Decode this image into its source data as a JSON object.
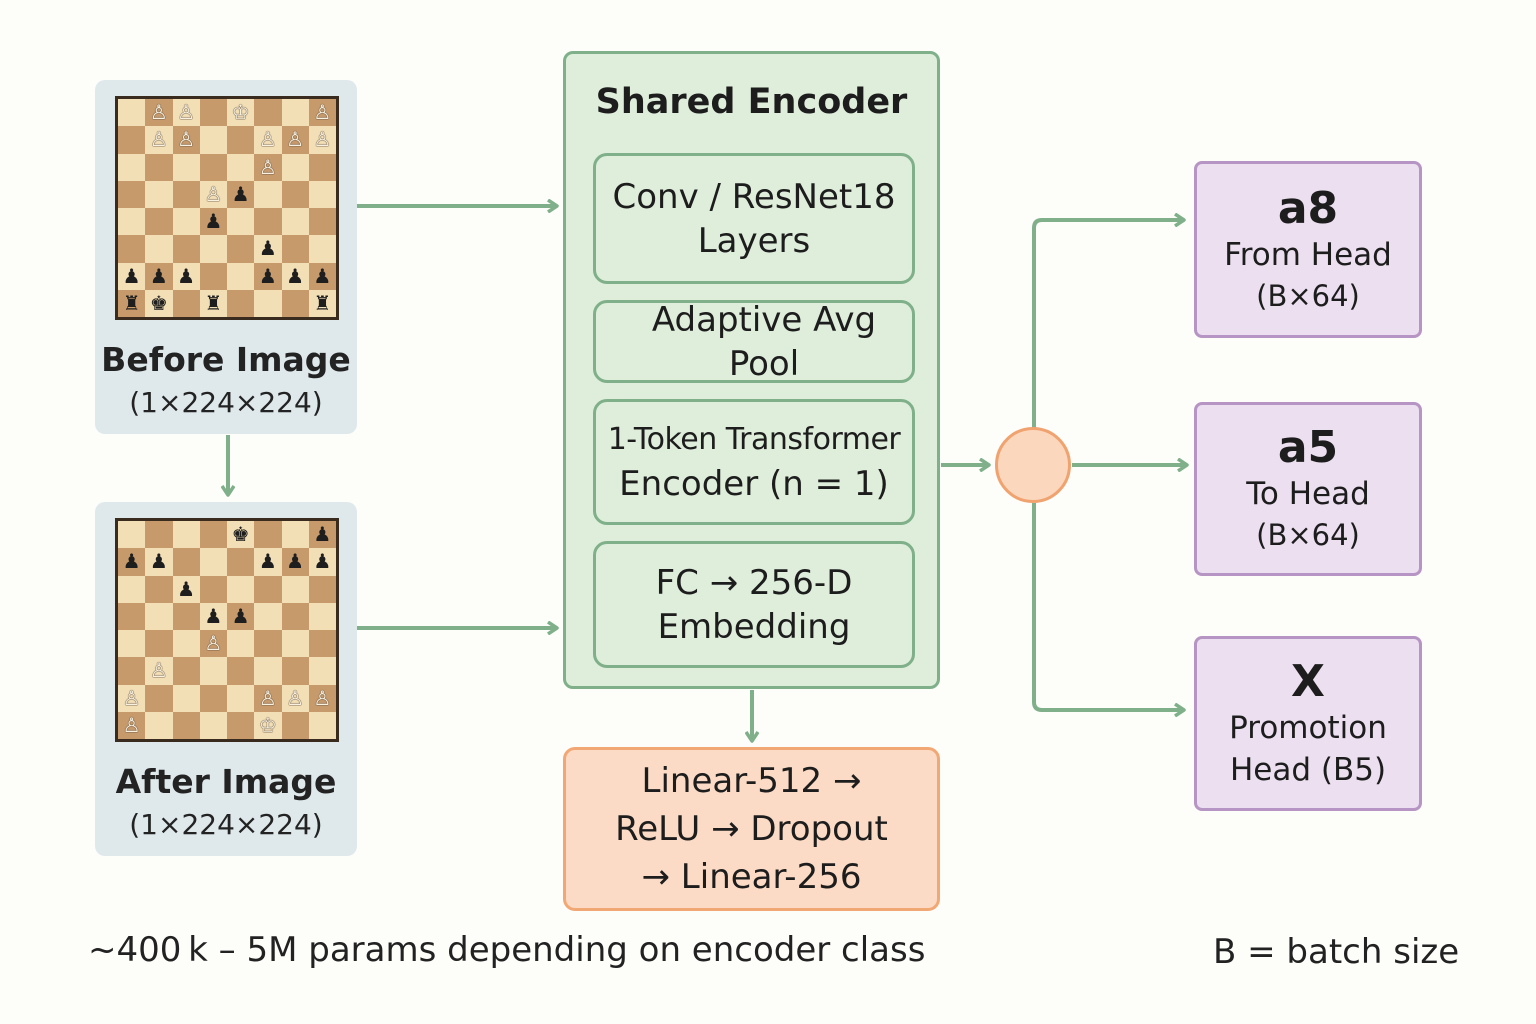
{
  "inputs": {
    "before": {
      "title": "Before Image",
      "shape": "(1×224×224)",
      "pieces": [
        [
          "wp",
          1,
          0
        ],
        [
          "wp",
          2,
          0
        ],
        [
          "wk",
          4,
          0
        ],
        [
          "wp",
          7,
          0
        ],
        [
          "wp",
          1,
          1
        ],
        [
          "wp",
          2,
          1
        ],
        [
          "wp",
          5,
          1
        ],
        [
          "wp",
          6,
          1
        ],
        [
          "wp",
          7,
          1
        ],
        [
          "wp",
          5,
          2
        ],
        [
          "wp",
          3,
          3
        ],
        [
          "bp",
          4,
          3
        ],
        [
          "bp",
          3,
          4
        ],
        [
          "bp",
          5,
          5
        ],
        [
          "bp",
          0,
          6
        ],
        [
          "bp",
          1,
          6
        ],
        [
          "bp",
          2,
          6
        ],
        [
          "bp",
          5,
          6
        ],
        [
          "bp",
          6,
          6
        ],
        [
          "bp",
          7,
          6
        ],
        [
          "br",
          0,
          7
        ],
        [
          "bk",
          1,
          7
        ],
        [
          "br",
          3,
          7
        ],
        [
          "br",
          7,
          7
        ]
      ]
    },
    "after": {
      "title": "After Image",
      "shape": "(1×224×224)",
      "pieces": [
        [
          "bk",
          4,
          0
        ],
        [
          "bp",
          7,
          0
        ],
        [
          "bp",
          0,
          1
        ],
        [
          "bp",
          1,
          1
        ],
        [
          "bp",
          5,
          1
        ],
        [
          "bp",
          6,
          1
        ],
        [
          "bp",
          7,
          1
        ],
        [
          "bp",
          2,
          2
        ],
        [
          "bp",
          3,
          3
        ],
        [
          "bp",
          4,
          3
        ],
        [
          "wp",
          3,
          4
        ],
        [
          "wp",
          1,
          5
        ],
        [
          "wp",
          0,
          6
        ],
        [
          "wp",
          5,
          6
        ],
        [
          "wp",
          6,
          6
        ],
        [
          "wp",
          7,
          6
        ],
        [
          "wp",
          0,
          7
        ],
        [
          "wk",
          5,
          7
        ]
      ]
    }
  },
  "encoder": {
    "title": "Shared Encoder",
    "layers": [
      [
        "Conv / ResNet18",
        "Layers"
      ],
      [
        "Adaptive Avg Pool"
      ],
      [
        "1-Token Transformer",
        "Encoder (n = 1)"
      ],
      [
        "FC → 256-D",
        "Embedding"
      ]
    ]
  },
  "mlp": {
    "lines": [
      "Linear-512 →",
      "ReLU → Dropout",
      "→ Linear-256"
    ]
  },
  "heads": [
    {
      "symbol": "a8",
      "name": "From Head",
      "shape": "(B×64)"
    },
    {
      "symbol": "a5",
      "name": "To Head",
      "shape": "(B×64)"
    },
    {
      "symbol": "X",
      "name": "Promotion",
      "shape": "Head (B5)"
    }
  ],
  "footer": {
    "params": "~400 k – 5M params  depending on encoder class",
    "batch": "B = batch size"
  },
  "colors": {
    "arrow": "#7fb08a",
    "encoder_fill": "#deeedb",
    "mlp_fill": "#fbdbc5",
    "head_fill": "#ecdff0"
  },
  "piece_glyphs": {
    "wp": "♙",
    "wk": "♔",
    "bp": "♟",
    "bk": "♚",
    "br": "♜"
  }
}
